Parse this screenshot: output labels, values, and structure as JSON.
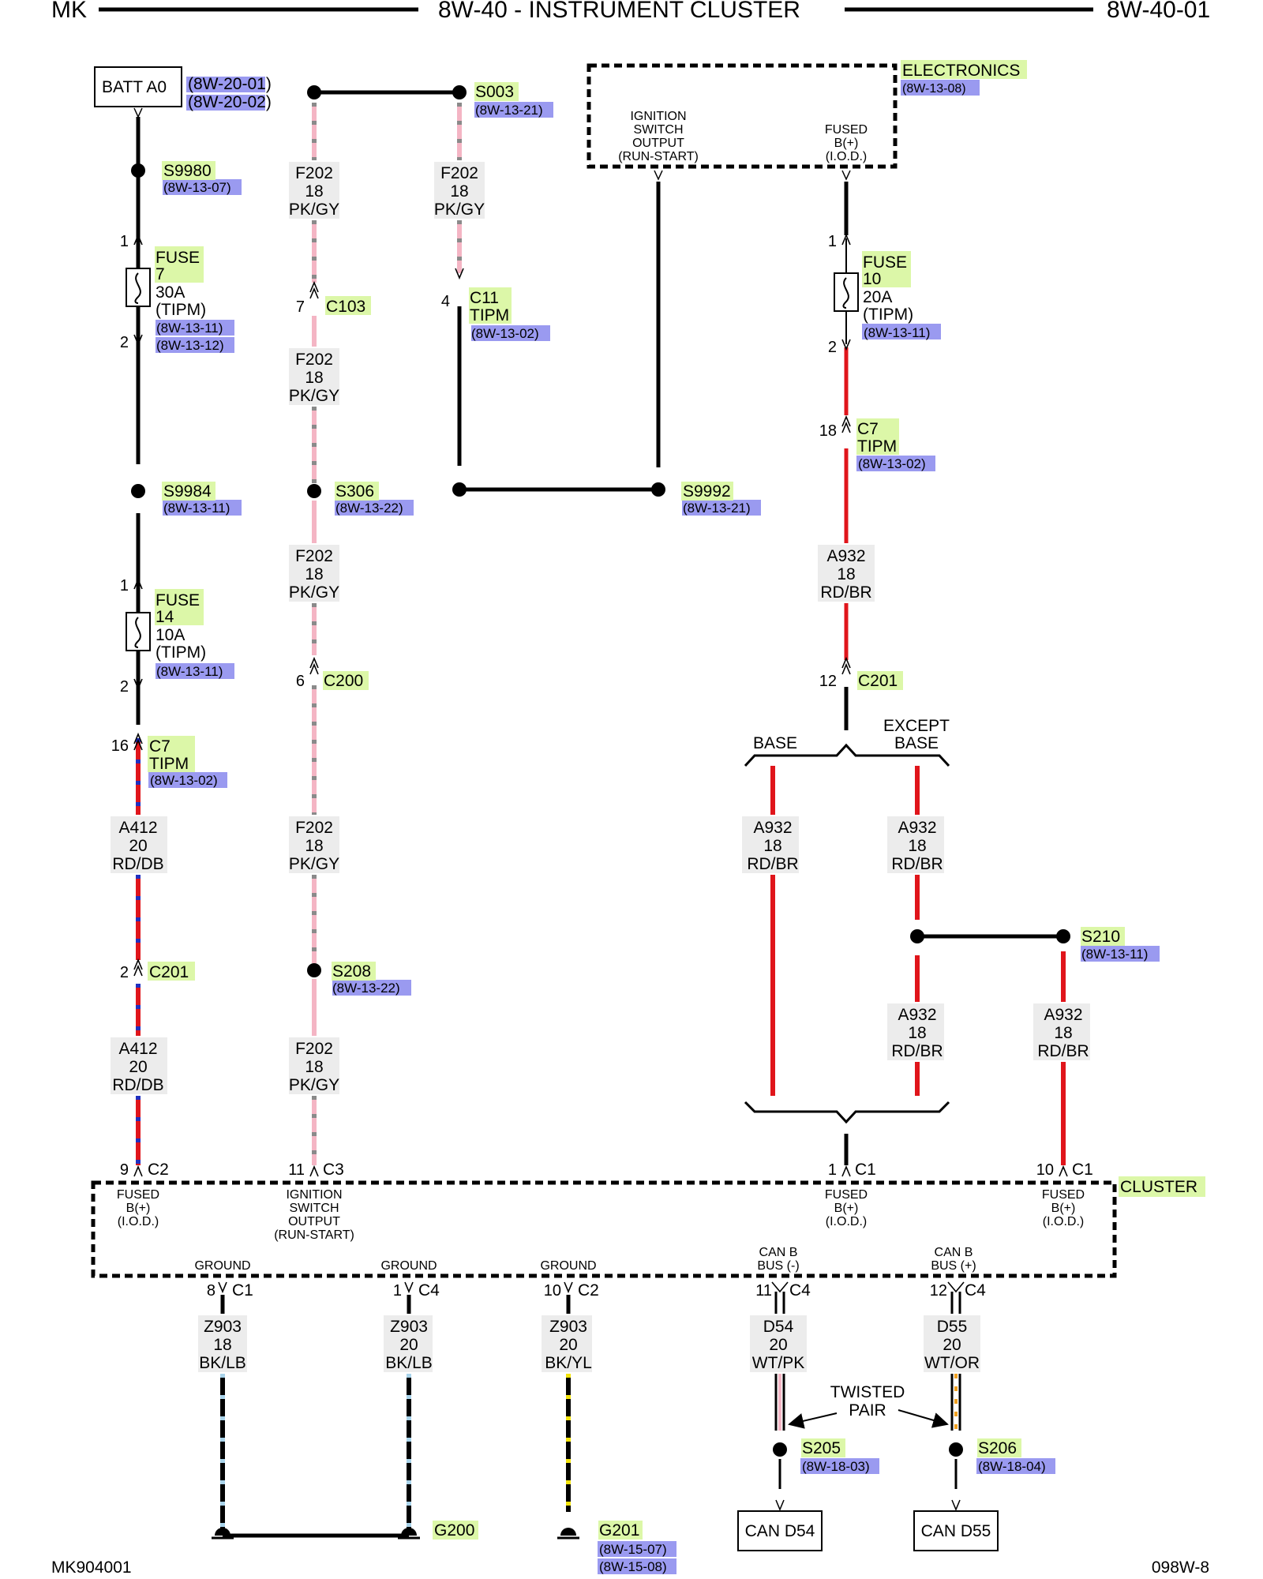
{
  "header": {
    "left": "MK",
    "title": "8W-40 - INSTRUMENT CLUSTER",
    "right": "8W-40-01"
  },
  "footer": {
    "left": "MK904001",
    "right": "098W-8"
  },
  "components": {
    "batt": "BATT A0",
    "batt_ref1": "(8W-20-01)",
    "batt_ref2": "(8W-20-02)",
    "electronics": "ELECTRONICS",
    "electronics_ref": "(8W-13-08)",
    "elec_ign_1": "IGNITION",
    "elec_ign_2": "SWITCH",
    "elec_ign_3": "OUTPUT",
    "elec_ign_4": "(RUN-START)",
    "elec_fused_1": "FUSED",
    "elec_fused_2": "B(+)",
    "elec_fused_3": "(I.O.D.)",
    "cluster": "CLUSTER",
    "can_d54": "CAN D54",
    "can_d55": "CAN D55"
  },
  "splices": {
    "s9980": "S9980",
    "s9980_ref": "(8W-13-07)",
    "s9984": "S9984",
    "s9984_ref": "(8W-13-11)",
    "s003": "S003",
    "s003_ref": "(8W-13-21)",
    "s306": "S306",
    "s306_ref": "(8W-13-22)",
    "s208": "S208",
    "s208_ref": "(8W-13-22)",
    "s9992": "S9992",
    "s9992_ref": "(8W-13-21)",
    "s210": "S210",
    "s210_ref": "(8W-13-11)",
    "s205": "S205",
    "s205_ref": "(8W-18-03)",
    "s206": "S206",
    "s206_ref": "(8W-18-04)",
    "g200": "G200",
    "g201": "G201",
    "g201_ref1": "(8W-15-07)",
    "g201_ref2": "(8W-15-08)"
  },
  "fuses": {
    "f7_1": "FUSE",
    "f7_2": "7",
    "f7_3": "30A",
    "f7_4": "(TIPM)",
    "f7_ref1": "(8W-13-11)",
    "f7_ref2": "(8W-13-12)",
    "f14_1": "FUSE",
    "f14_2": "14",
    "f14_3": "10A",
    "f14_4": "(TIPM)",
    "f14_ref": "(8W-13-11)",
    "f10_1": "FUSE",
    "f10_2": "10",
    "f10_3": "20A",
    "f10_4": "(TIPM)",
    "f10_ref": "(8W-13-11)"
  },
  "connectors": {
    "c103": "C103",
    "c200": "C200",
    "c201": "C201",
    "c11_1": "C11",
    "c11_2": "TIPM",
    "c11_ref": "(8W-13-02)",
    "c7a_1": "C7",
    "c7a_2": "TIPM",
    "c7a_ref": "(8W-13-02)",
    "c7b_1": "C7",
    "c7b_2": "TIPM",
    "c7b_ref": "(8W-13-02)",
    "c201b": "C201",
    "c2": "C2",
    "c3": "C3",
    "c1a": "C1",
    "c1b": "C1",
    "c1c": "C1",
    "c4a": "C4",
    "c2b": "C2",
    "c4b": "C4",
    "c4c": "C4"
  },
  "pins": {
    "p_f7_1": "1",
    "p_f7_2": "2",
    "p_f14_1": "1",
    "p_f14_2": "2",
    "p_c7a": "16",
    "p_c201": "2",
    "p_c2": "9",
    "p_c103": "7",
    "p_c200": "6",
    "p_c3": "11",
    "p_c11": "4",
    "p_f10_1": "1",
    "p_f10_2": "2",
    "p_c7b": "18",
    "p_c201b": "12",
    "p_c1a": "1",
    "p_c1b": "10",
    "p_g1": "8",
    "p_g2": "1",
    "p_g3": "10",
    "p_can1": "11",
    "p_can2": "12"
  },
  "wires": {
    "f202_a": [
      "F202",
      "18",
      "PK/GY"
    ],
    "f202_b": [
      "F202",
      "18",
      "PK/GY"
    ],
    "f202_c": [
      "F202",
      "18",
      "PK/GY"
    ],
    "f202_d": [
      "F202",
      "18",
      "PK/GY"
    ],
    "f202_e": [
      "F202",
      "18",
      "PK/GY"
    ],
    "f202_f": [
      "F202",
      "18",
      "PK/GY"
    ],
    "a412_a": [
      "A412",
      "20",
      "RD/DB"
    ],
    "a412_b": [
      "A412",
      "20",
      "RD/DB"
    ],
    "a932_a": [
      "A932",
      "18",
      "RD/BR"
    ],
    "a932_b": [
      "A932",
      "18",
      "RD/BR"
    ],
    "a932_c": [
      "A932",
      "18",
      "RD/BR"
    ],
    "a932_d": [
      "A932",
      "18",
      "RD/BR"
    ],
    "a932_e": [
      "A932",
      "18",
      "RD/BR"
    ],
    "z903_a": [
      "Z903",
      "18",
      "BK/LB"
    ],
    "z903_b": [
      "Z903",
      "20",
      "BK/LB"
    ],
    "z903_c": [
      "Z903",
      "20",
      "BK/YL"
    ],
    "d54": [
      "D54",
      "20",
      "WT/PK"
    ],
    "d55": [
      "D55",
      "20",
      "WT/OR"
    ]
  },
  "cluster_pins": {
    "fused1": [
      "FUSED",
      "B(+)",
      "(I.O.D.)"
    ],
    "ign": [
      "IGNITION",
      "SWITCH",
      "OUTPUT",
      "(RUN-START)"
    ],
    "fused2": [
      "FUSED",
      "B(+)",
      "(I.O.D.)"
    ],
    "fused3": [
      "FUSED",
      "B(+)",
      "(I.O.D.)"
    ],
    "gnd1": "GROUND",
    "gnd2": "GROUND",
    "gnd3": "GROUND",
    "canm": [
      "CAN B",
      "BUS (-)"
    ],
    "canp": [
      "CAN B",
      "BUS (+)"
    ]
  },
  "options": {
    "base": "BASE",
    "except_1": "EXCEPT",
    "except_2": "BASE",
    "twisted_1": "TWISTED",
    "twisted_2": "PAIR"
  },
  "colors": {
    "black": "#000000",
    "red": "#e0151b",
    "pink": "#f4b5c4",
    "gray": "#8a8a8a",
    "blue_dot": "#2030c0",
    "light_blue": "#a9d3ea",
    "yellow": "#f3e40c",
    "orange": "#f0a020",
    "label_green_bg": "#dcf7a8",
    "ref_blue_bg": "#9a9af0",
    "wire_label_bg": "#ececec"
  }
}
